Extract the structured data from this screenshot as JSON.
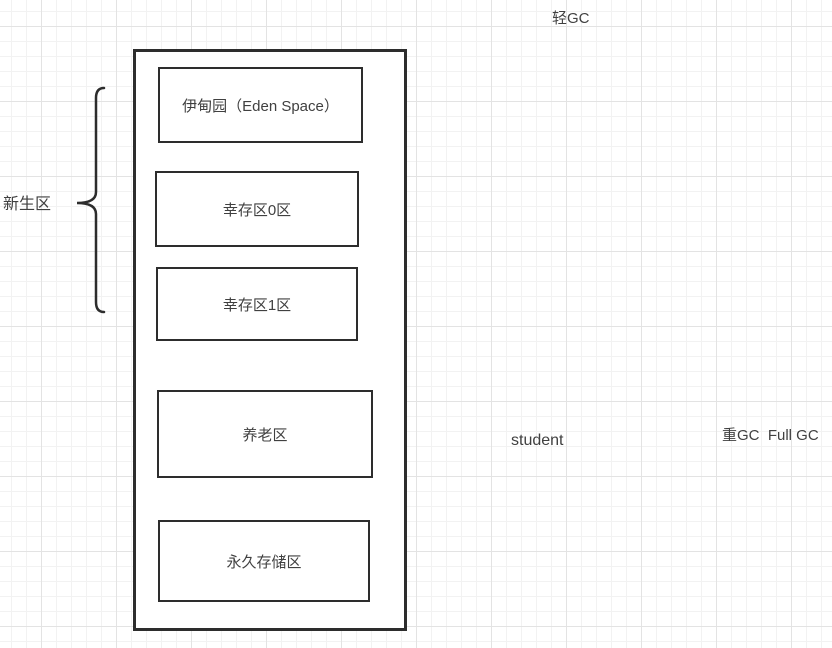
{
  "diagram": {
    "annotations": {
      "light_gc": "轻GC",
      "new_generation": "新生区",
      "student": "student",
      "heavy_gc": "重GC  Full GC"
    },
    "regions": [
      {
        "label": "伊甸园（Eden Space）"
      },
      {
        "label": "幸存区0区"
      },
      {
        "label": "幸存区1区"
      },
      {
        "label": "养老区"
      },
      {
        "label": "永久存储区"
      }
    ],
    "colors": {
      "shape_stroke": "#2d2d2d",
      "text": "#404040",
      "grid_minor": "#f2f2f2",
      "grid_major": "#e3e3e3",
      "background": "#ffffff"
    }
  }
}
